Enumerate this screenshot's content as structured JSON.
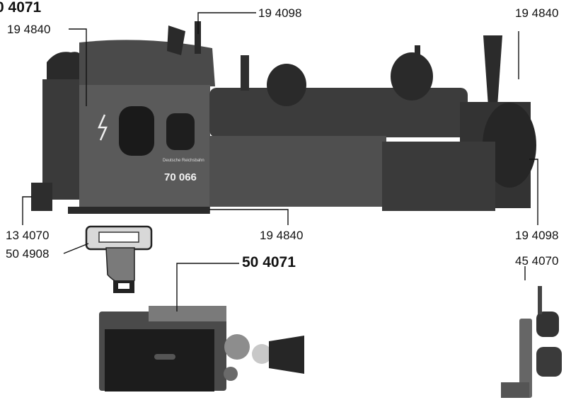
{
  "title": "0 4071",
  "parts": {
    "p_19_4098_top": "19 4098",
    "p_19_4840_left": "19 4840",
    "p_19_4840_right": "19 4840",
    "p_13_4070": "13 4070",
    "p_19_4840_bottom": "19 4840",
    "p_19_4098_right": "19 4098",
    "p_50_4908": "50 4908",
    "p_50_4071": "50 4071",
    "p_45_4070": "45 4070"
  },
  "loco": {
    "railway": "Deutsche Reichsbahn",
    "number": "70 066"
  }
}
